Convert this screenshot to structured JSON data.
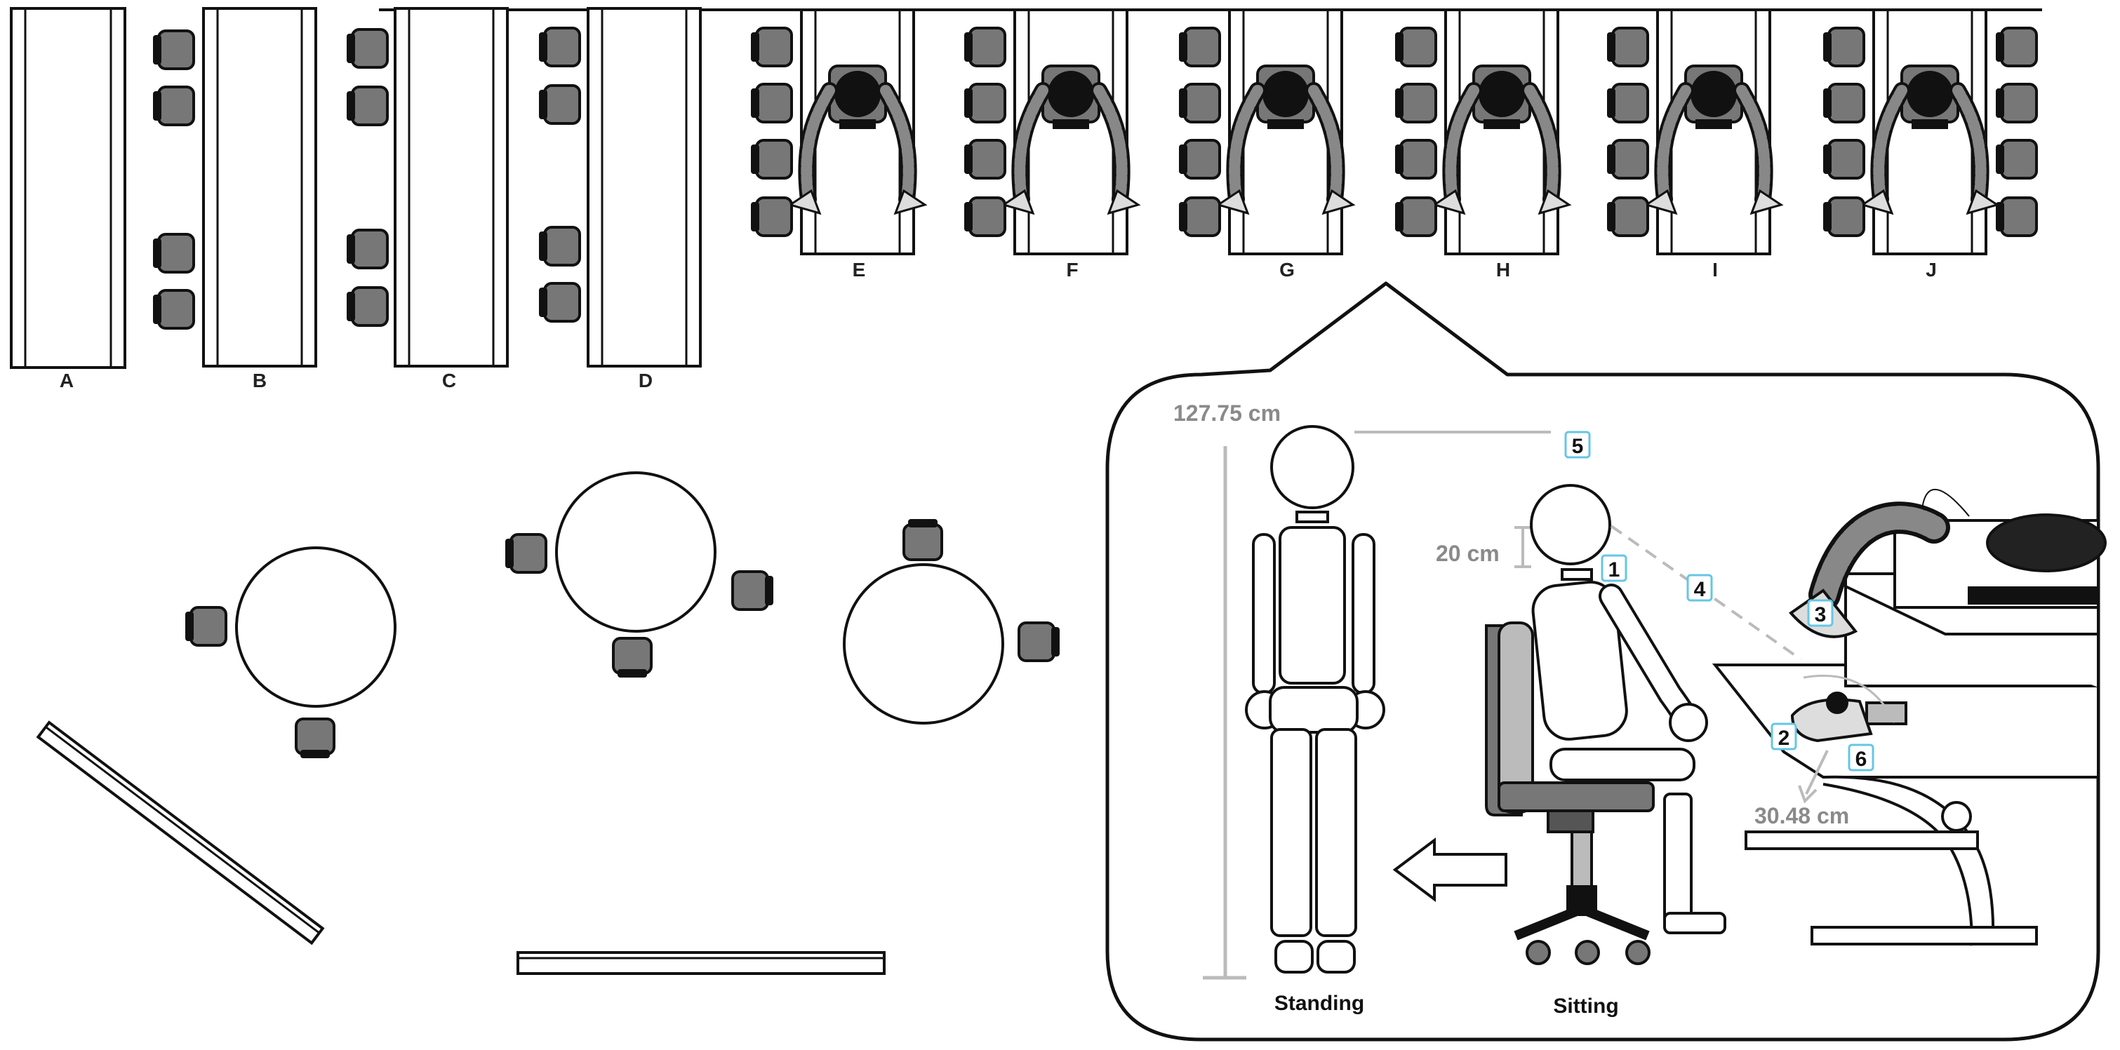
{
  "tables_long": [
    {
      "label": "A"
    },
    {
      "label": "B"
    },
    {
      "label": "C"
    },
    {
      "label": "D"
    }
  ],
  "workstations": [
    {
      "label": "E"
    },
    {
      "label": "F"
    },
    {
      "label": "G"
    },
    {
      "label": "H"
    },
    {
      "label": "I"
    },
    {
      "label": "J"
    }
  ],
  "inset": {
    "height_standing": "127.75 cm",
    "head_offset": "20 cm",
    "desk_offset": "30.48 cm",
    "standing_label": "Standing",
    "sitting_label": "Sitting",
    "markers": [
      "1",
      "2",
      "3",
      "4",
      "5",
      "6"
    ]
  },
  "colors": {
    "chair_fill": "#777777",
    "outline": "#111111",
    "measure_line": "#bbbbbb",
    "marker_border": "#66c6e6"
  }
}
